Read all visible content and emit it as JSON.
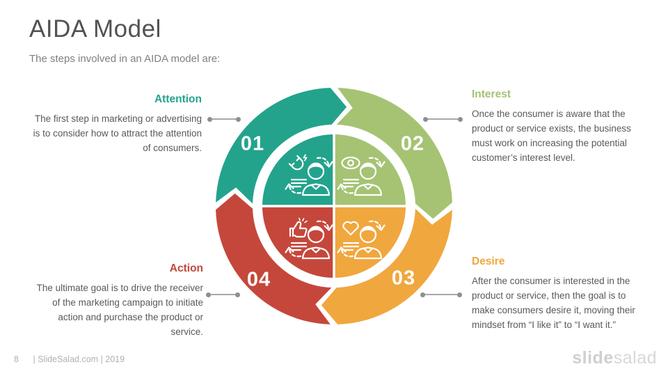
{
  "slide": {
    "title": "AIDA Model",
    "subtitle": "The steps involved in an AIDA model are:"
  },
  "steps": [
    {
      "number": "01",
      "label": "Attention",
      "color": "#23A38C",
      "icon": "magnet-icon",
      "description": "The first step in marketing or advertising is to consider how to attract the attention of consumers."
    },
    {
      "number": "02",
      "label": "Interest",
      "color": "#A5C373",
      "icon": "eye-icon",
      "description": "Once the consumer is aware that the product or service exists, the business must work on increasing the potential customer’s interest level."
    },
    {
      "number": "03",
      "label": "Desire",
      "color": "#F0A73E",
      "icon": "heart-icon",
      "description": "After the consumer is interested in the product or service, then the goal is to make consumers desire it, moving their mindset from “I like it” to “I want it.”"
    },
    {
      "number": "04",
      "label": "Action",
      "color": "#C5473B",
      "icon": "thumbs-up-icon",
      "description": "The ultimate goal is to drive the receiver of the marketing campaign to initiate action and purchase the product or service."
    }
  ],
  "footer": {
    "page_number": "8",
    "source": "| SlideSalad.com | 2019",
    "logo_bold": "slide",
    "logo_light": "salad"
  }
}
